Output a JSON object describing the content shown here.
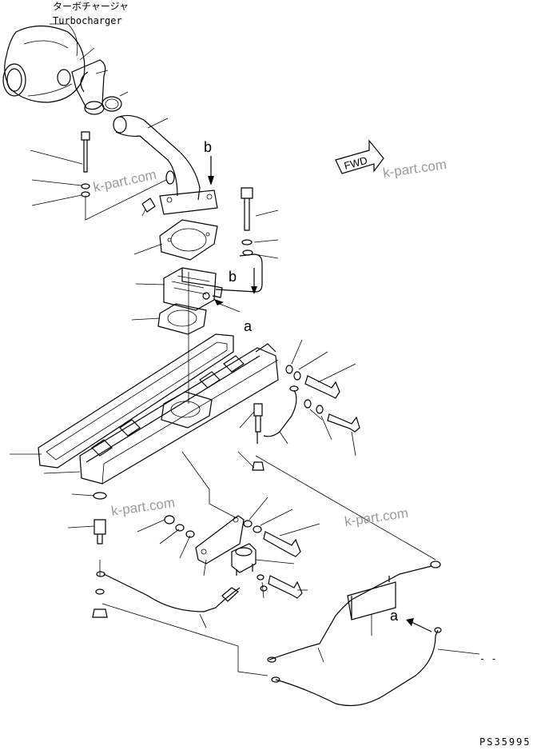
{
  "labels": {
    "turbocharger_jp": "ターボチャージャ",
    "turbocharger_en": "Turbocharger",
    "b_top": "b",
    "b_mid": "b",
    "a_mid": "a",
    "a_low": "a",
    "fwd": "FWD",
    "dash": "- -",
    "drawing_number": "PS35995"
  },
  "watermarks": [
    "k-part.com",
    "k-part.com",
    "k-part.com",
    "k-part.com"
  ]
}
